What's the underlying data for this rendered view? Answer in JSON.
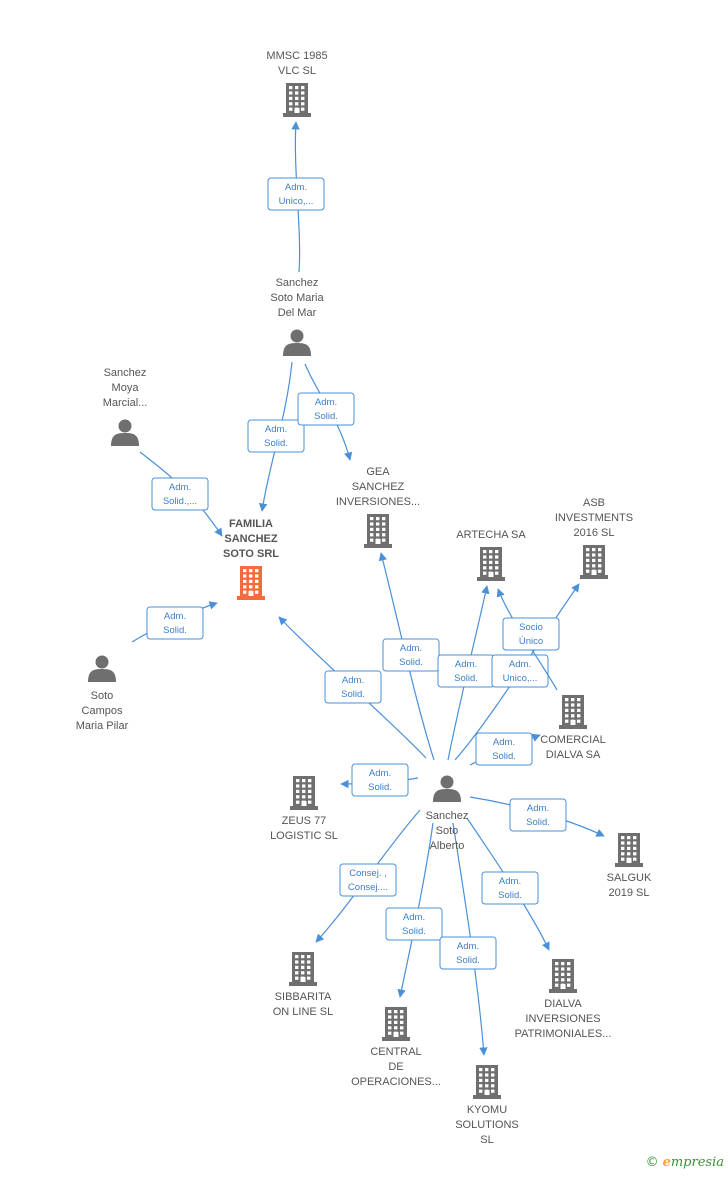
{
  "nodes": [
    {
      "id": "mmsc",
      "type": "company",
      "label": [
        "MMSC 1985",
        "VLC  SL"
      ]
    },
    {
      "id": "maria_mar",
      "type": "person",
      "label": [
        "Sanchez",
        "Soto Maria",
        "Del Mar"
      ]
    },
    {
      "id": "moya",
      "type": "person",
      "label": [
        "Sanchez",
        "Moya",
        "Marcial..."
      ]
    },
    {
      "id": "familia",
      "type": "company",
      "highlight": true,
      "label": [
        "FAMILIA",
        "SANCHEZ",
        "SOTO SRL"
      ]
    },
    {
      "id": "gea",
      "type": "company",
      "label": [
        "GEA",
        "SANCHEZ",
        "INVERSIONES..."
      ]
    },
    {
      "id": "artecha",
      "type": "company",
      "label": [
        "ARTECHA SA"
      ]
    },
    {
      "id": "asb",
      "type": "company",
      "label": [
        "ASB",
        "INVESTMENTS",
        "2016  SL"
      ]
    },
    {
      "id": "pilar",
      "type": "person",
      "label": [
        "Soto",
        "Campos",
        "Maria Pilar"
      ]
    },
    {
      "id": "comercial",
      "type": "company",
      "label": [
        "COMERCIAL",
        "DIALVA SA"
      ]
    },
    {
      "id": "alberto",
      "type": "person",
      "label": [
        "Sanchez",
        "Soto",
        "Alberto"
      ]
    },
    {
      "id": "zeus",
      "type": "company",
      "label": [
        "ZEUS 77",
        "LOGISTIC  SL"
      ]
    },
    {
      "id": "salguk",
      "type": "company",
      "label": [
        "SALGUK",
        "2019  SL"
      ]
    },
    {
      "id": "sibbarita",
      "type": "company",
      "label": [
        "SIBBARITA",
        "ON LINE  SL"
      ]
    },
    {
      "id": "central",
      "type": "company",
      "label": [
        "CENTRAL",
        "DE",
        "OPERACIONES..."
      ]
    },
    {
      "id": "dialva_inv",
      "type": "company",
      "label": [
        "DIALVA",
        "INVERSIONES",
        "PATRIMONIALES..."
      ]
    },
    {
      "id": "kyomu",
      "type": "company",
      "label": [
        "KYOMU",
        "SOLUTIONS",
        "SL"
      ]
    }
  ],
  "edges": [
    {
      "from": "maria_mar",
      "to": "mmsc",
      "label": [
        "Adm.",
        "Unico,..."
      ]
    },
    {
      "from": "maria_mar",
      "to": "familia",
      "label": [
        "Adm.",
        "Solid."
      ]
    },
    {
      "from": "maria_mar",
      "to": "gea",
      "label": [
        "Adm.",
        "Solid."
      ]
    },
    {
      "from": "moya",
      "to": "familia",
      "label": [
        "Adm.",
        "Solid.,..."
      ]
    },
    {
      "from": "pilar",
      "to": "familia",
      "label": [
        "Adm.",
        "Solid."
      ]
    },
    {
      "from": "alberto",
      "to": "familia",
      "label": [
        "Adm.",
        "Solid."
      ]
    },
    {
      "from": "alberto",
      "to": "gea",
      "label": [
        "Adm.",
        "Solid."
      ]
    },
    {
      "from": "alberto",
      "to": "artecha",
      "label": [
        "Adm.",
        "Solid."
      ]
    },
    {
      "from": "alberto",
      "to": "asb",
      "label": [
        "Adm.",
        "Unico,..."
      ]
    },
    {
      "from": "comercial",
      "to": "artecha",
      "label": [
        "Socio",
        "Único"
      ]
    },
    {
      "from": "alberto",
      "to": "comercial",
      "label": [
        "Adm.",
        "Solid."
      ]
    },
    {
      "from": "alberto",
      "to": "zeus",
      "label": [
        "Adm.",
        "Solid."
      ]
    },
    {
      "from": "alberto",
      "to": "salguk",
      "label": [
        "Adm.",
        "Solid."
      ]
    },
    {
      "from": "alberto",
      "to": "sibbarita",
      "label": [
        "Consej. ,",
        "Consej...."
      ]
    },
    {
      "from": "alberto",
      "to": "central",
      "label": [
        "Adm.",
        "Solid."
      ]
    },
    {
      "from": "alberto",
      "to": "kyomu",
      "label": [
        "Adm.",
        "Solid."
      ]
    },
    {
      "from": "alberto",
      "to": "dialva_inv",
      "label": [
        "Adm.",
        "Solid."
      ]
    }
  ],
  "colors": {
    "company": "#6f6f6f",
    "highlight": "#f26b3a",
    "person": "#6f6f6f",
    "edge": "#4a90d9"
  },
  "footer": {
    "copyright": "©",
    "brand_initial": "e",
    "brand_rest": "mpresia"
  }
}
